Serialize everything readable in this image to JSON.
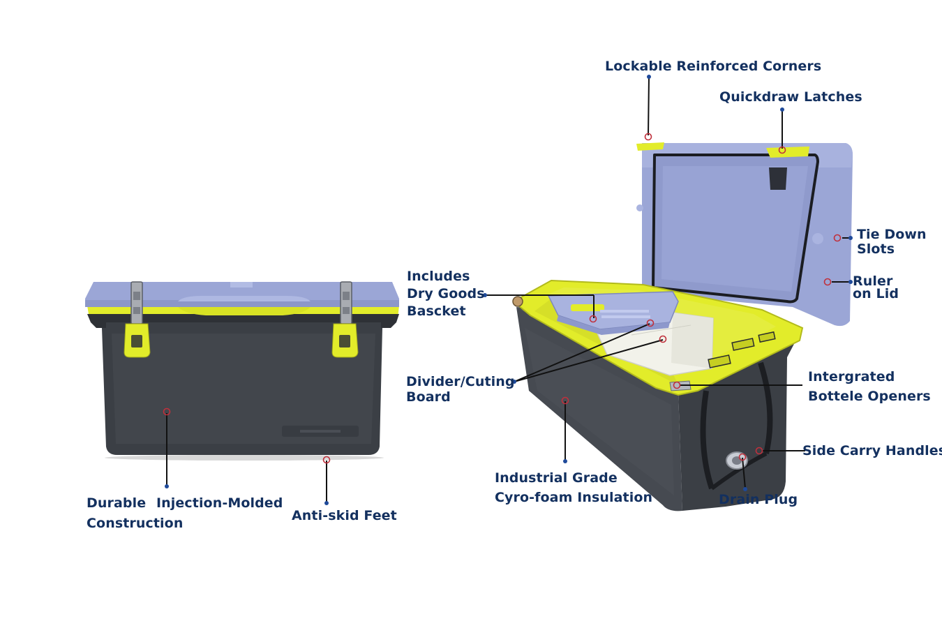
{
  "labels": {
    "durable": "Durable",
    "injection_molded": "Injection-Molded",
    "construction": "Construction",
    "anti_skid_feet": "Anti-skid Feet",
    "includes": "Includes",
    "dry_goods": "Dry Goods",
    "basket": "Bascket",
    "divider": "Divider/Cuting",
    "board": "Board",
    "industrial_grade": "Industrial Grade",
    "insulation": "Cyro-foam Insulation",
    "lockable_corners": "Lockable Reinforced Corners",
    "quickdraw_latches": "Quickdraw Latches",
    "tie_down": "Tie Down",
    "slots": "Slots",
    "ruler": "Ruler",
    "on_lid": "on Lid",
    "integrated": "Intergrated",
    "bottle_openers": "Bottele Openers",
    "side_carry_handles": "Side Carry Handles",
    "drain_plug": "Drain Plug"
  },
  "colors": {
    "label_text": "#13305f",
    "leader_line": "#111111",
    "dot": "#1f4a9a",
    "marker": "#c0303c",
    "body": "#3b3f45",
    "lid": "#9ba6d6",
    "trim": "#e2ec2a"
  }
}
